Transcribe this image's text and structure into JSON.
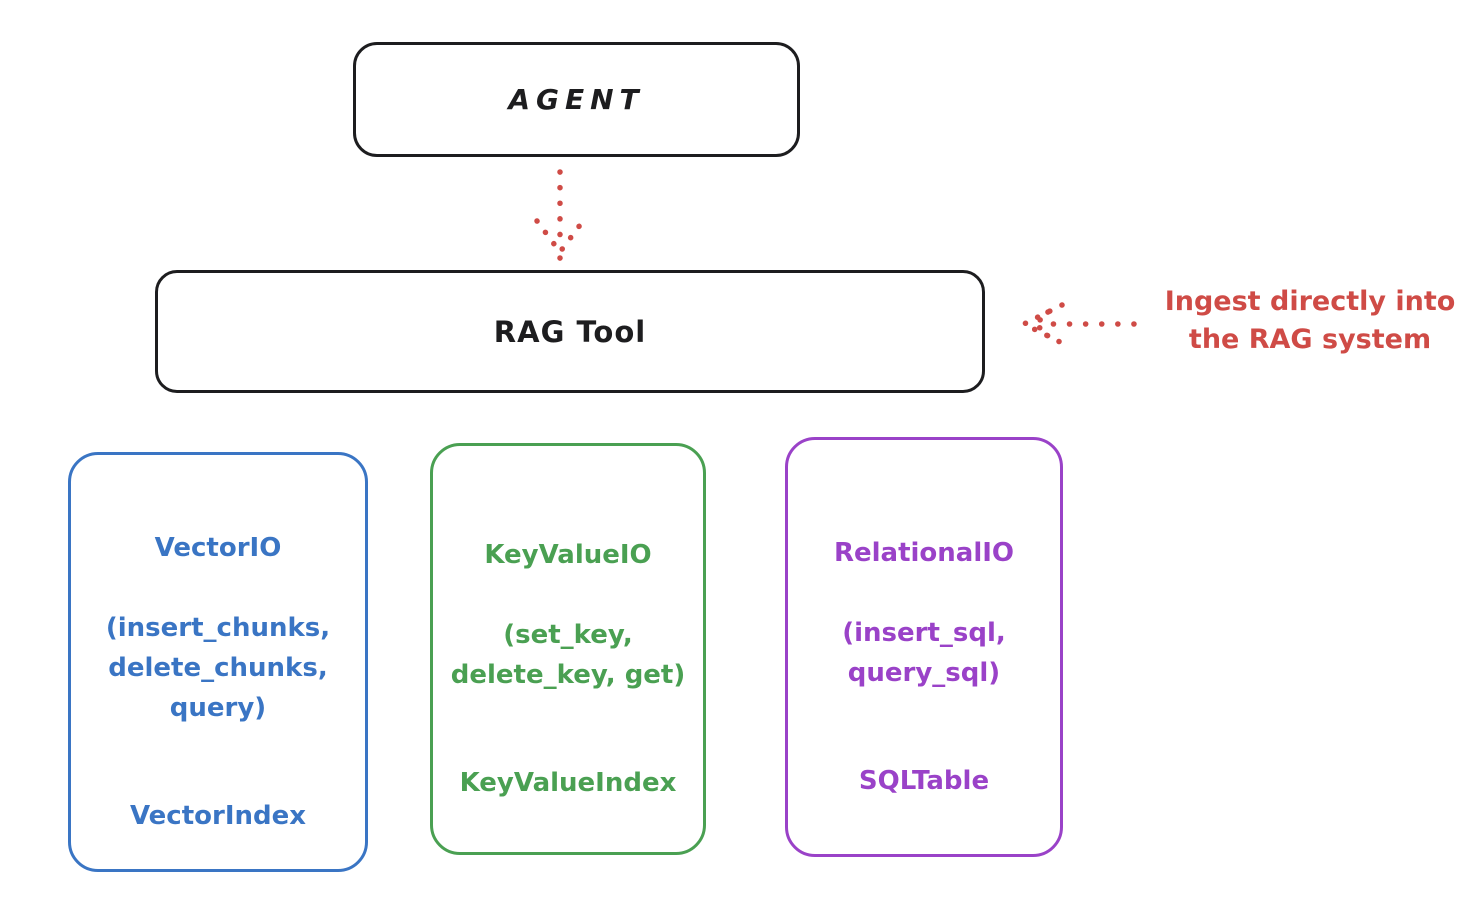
{
  "colors": {
    "ink": "#1d1d1f",
    "red": "#cf4b46",
    "blue": "#3a75c4",
    "green": "#4aa052",
    "purple": "#9a42c8",
    "canvas": "#ffffff"
  },
  "diagram": {
    "agent": {
      "label": "AGENT"
    },
    "rag_tool": {
      "label": "RAG Tool"
    },
    "annotation": {
      "text": "Ingest directly into\nthe RAG system"
    },
    "arrows": [
      {
        "name": "agent-to-rag-tool",
        "style": "dotted",
        "direction": "down"
      },
      {
        "name": "annotation-to-rag-tool",
        "style": "dotted",
        "direction": "left"
      }
    ],
    "backends": [
      {
        "title": "VectorIO",
        "params": "(insert_chunks,\ndelete_chunks,\nquery)",
        "index_class": "VectorIndex",
        "color": "#3a75c4"
      },
      {
        "title": "KeyValueIO",
        "params": "(set_key,\ndelete_key, get)",
        "index_class": "KeyValueIndex",
        "color": "#4aa052"
      },
      {
        "title": "RelationalIO",
        "params": "(insert_sql,\nquery_sql)",
        "index_class": "SQLTable",
        "color": "#9a42c8"
      }
    ]
  }
}
